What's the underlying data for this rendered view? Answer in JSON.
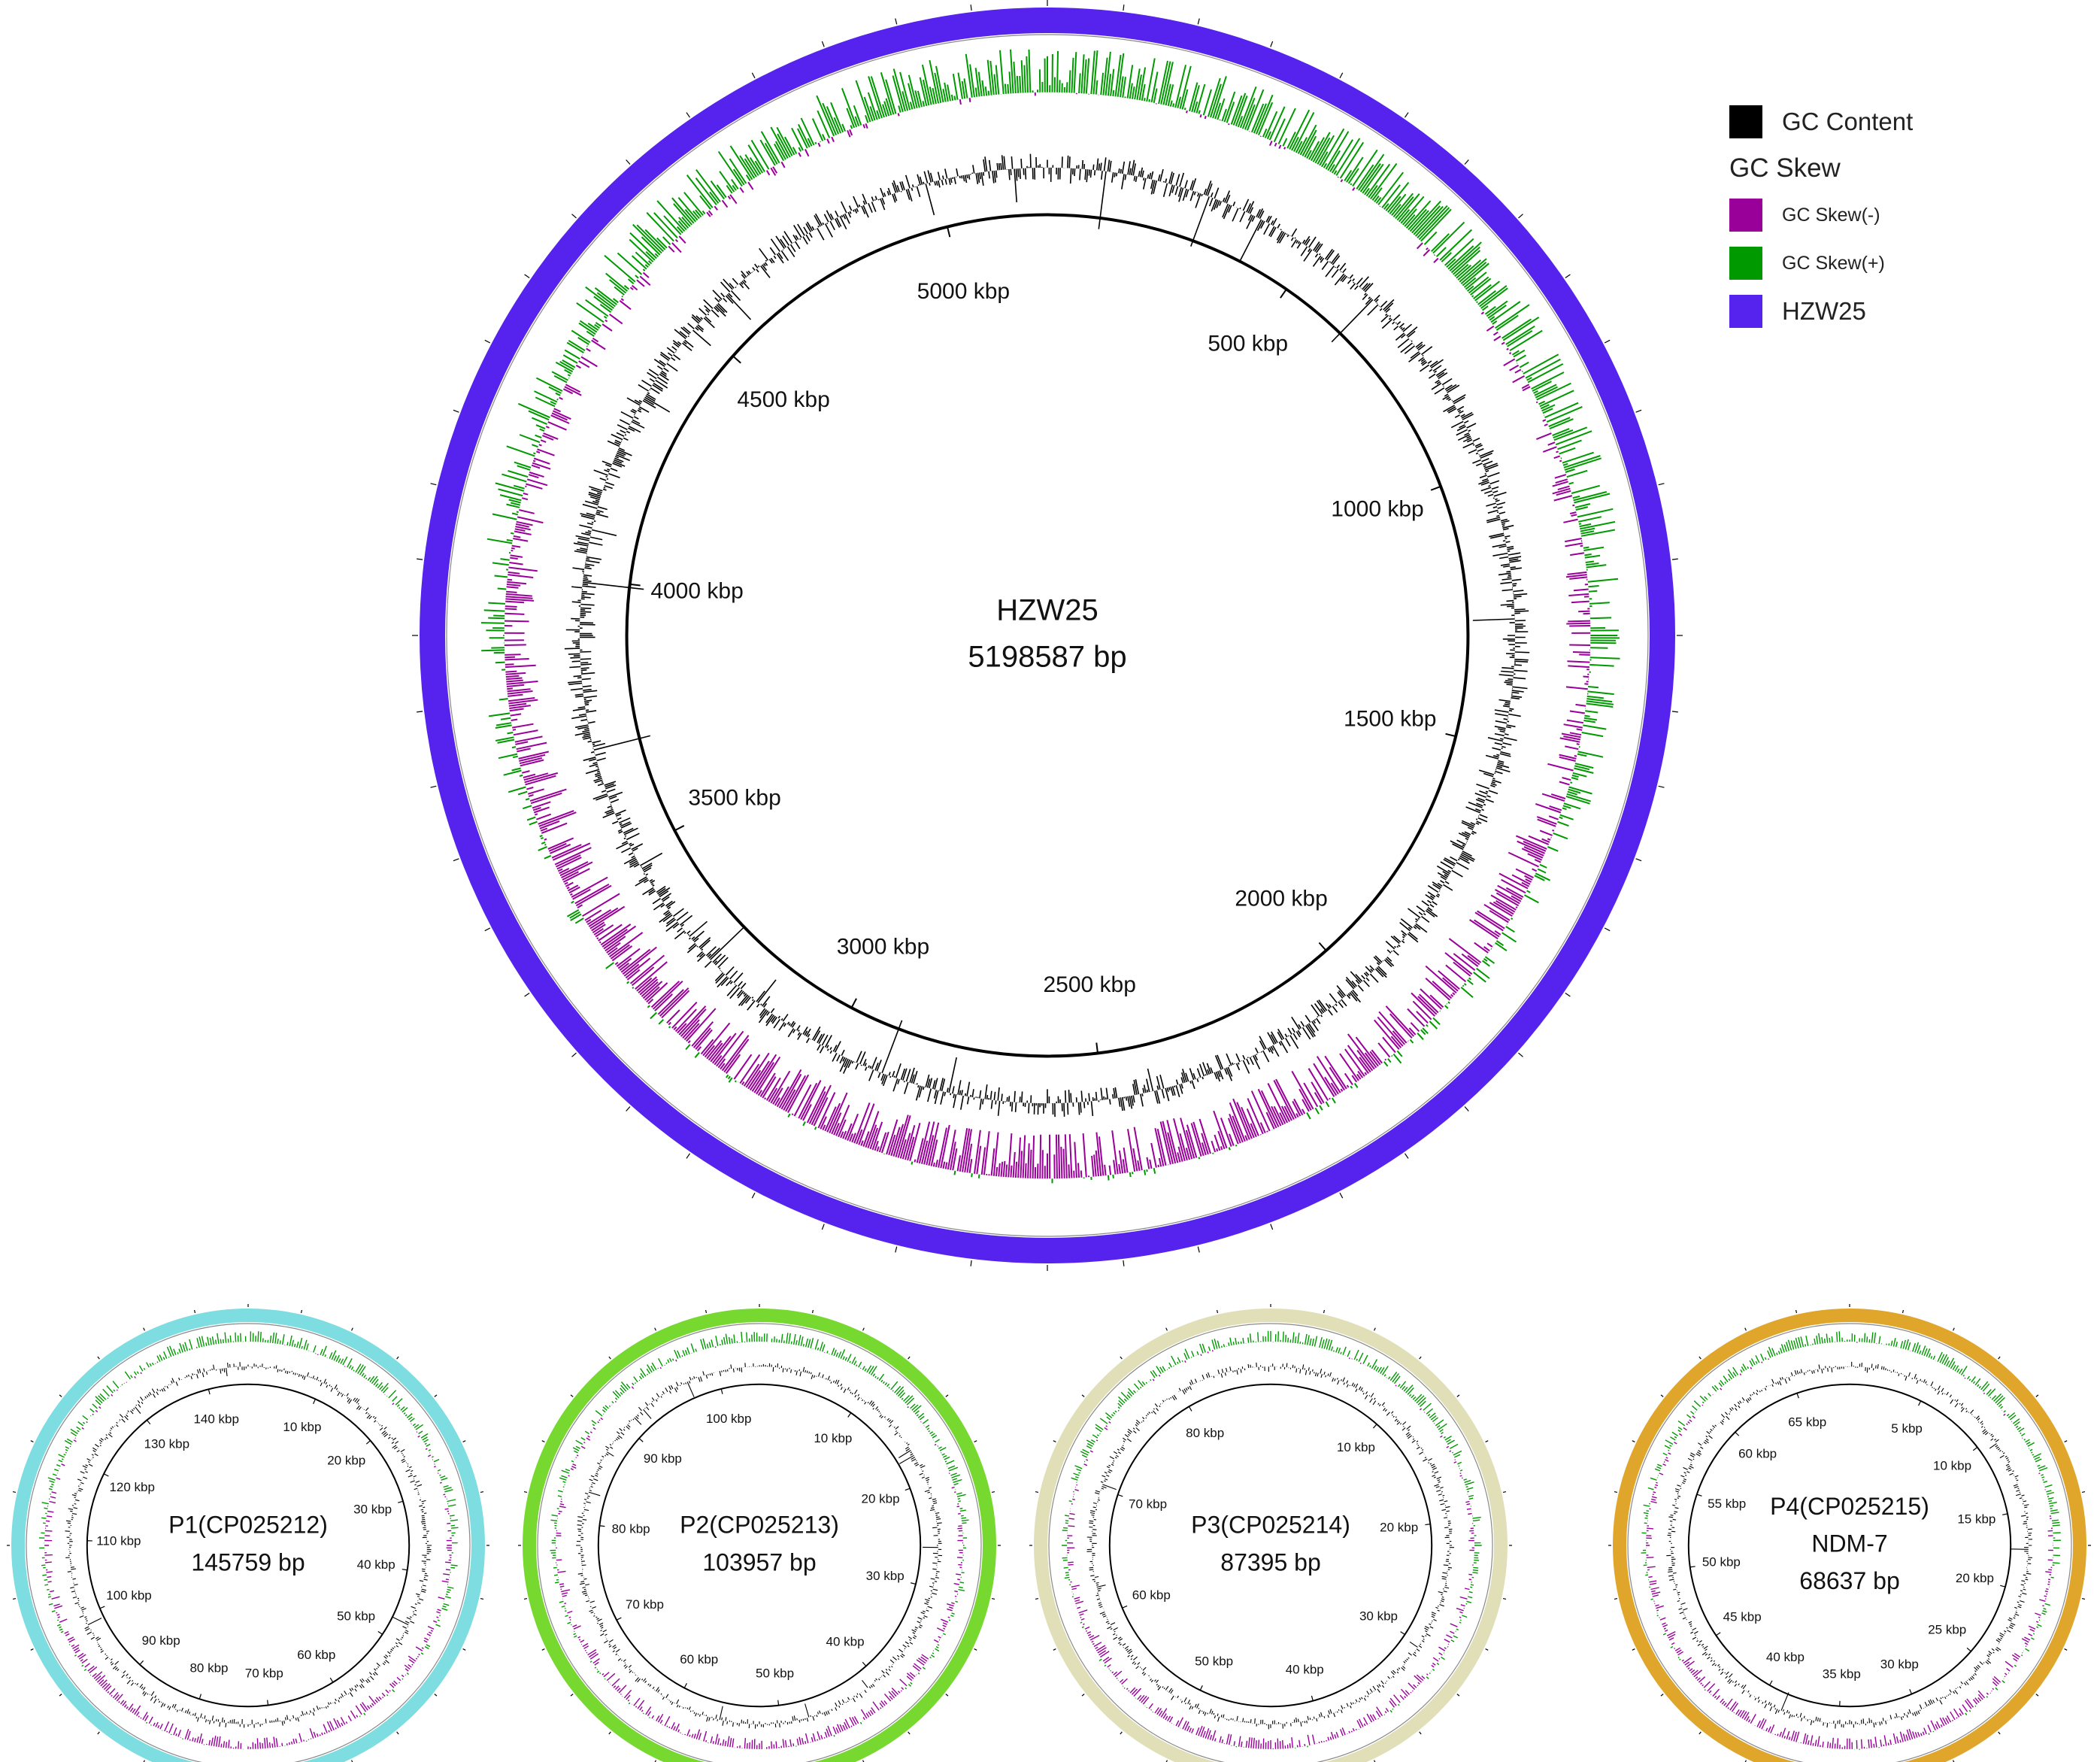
{
  "legend": {
    "gc_content": "GC Content",
    "gc_skew_header": "GC Skew",
    "gc_skew_neg": "GC Skew(-)",
    "gc_skew_pos": "GC Skew(+)",
    "chromosome": "HZW25",
    "colors": {
      "gc_content": "#000000",
      "gc_skew_neg": "#990099",
      "gc_skew_pos": "#009900",
      "chromosome": "#5522ee"
    }
  },
  "maps": [
    {
      "id": "chromosome",
      "title": "HZW25",
      "subtitle": "",
      "size_label": "5198587 bp",
      "length_bp": 5198587,
      "ring_color": "#5522ee",
      "tick_labels": [
        "500 kbp",
        "1000 kbp",
        "1500 kbp",
        "2000 kbp",
        "2500 kbp",
        "3000 kbp",
        "3500 kbp",
        "4000 kbp",
        "4500 kbp",
        "5000 kbp"
      ],
      "tick_values_kbp": [
        500,
        1000,
        1500,
        2000,
        2500,
        3000,
        3500,
        4000,
        4500,
        5000
      ]
    },
    {
      "id": "p1",
      "title": "P1(CP025212)",
      "subtitle": "",
      "size_label": "145759 bp",
      "length_bp": 145759,
      "ring_color": "#7ddde0",
      "tick_labels": [
        "10 kbp",
        "20 kbp",
        "30 kbp",
        "40 kbp",
        "50 kbp",
        "60 kbp",
        "70 kbp",
        "80 kbp",
        "90 kbp",
        "100 kbp",
        "110 kbp",
        "120 kbp",
        "130 kbp",
        "140 kbp"
      ],
      "tick_values_kbp": [
        10,
        20,
        30,
        40,
        50,
        60,
        70,
        80,
        90,
        100,
        110,
        120,
        130,
        140
      ]
    },
    {
      "id": "p2",
      "title": "P2(CP025213)",
      "subtitle": "",
      "size_label": "103957 bp",
      "length_bp": 103957,
      "ring_color": "#77d82f",
      "tick_labels": [
        "10 kbp",
        "20 kbp",
        "30 kbp",
        "40 kbp",
        "50 kbp",
        "60 kbp",
        "70 kbp",
        "80 kbp",
        "90 kbp",
        "100 kbp"
      ],
      "tick_values_kbp": [
        10,
        20,
        30,
        40,
        50,
        60,
        70,
        80,
        90,
        100
      ]
    },
    {
      "id": "p3",
      "title": "P3(CP025214)",
      "subtitle": "",
      "size_label": "87395 bp",
      "length_bp": 87395,
      "ring_color": "#e0dfb8",
      "tick_labels": [
        "10 kbp",
        "20 kbp",
        "30 kbp",
        "40 kbp",
        "50 kbp",
        "60 kbp",
        "70 kbp",
        "80 kbp"
      ],
      "tick_values_kbp": [
        10,
        20,
        30,
        40,
        50,
        60,
        70,
        80
      ]
    },
    {
      "id": "p4",
      "title": "P4(CP025215)",
      "subtitle": "NDM-7",
      "size_label": "68637 bp",
      "length_bp": 68637,
      "ring_color": "#e0a62c",
      "tick_labels": [
        "5 kbp",
        "10 kbp",
        "15 kbp",
        "20 kbp",
        "25 kbp",
        "30 kbp",
        "35 kbp",
        "40 kbp",
        "45 kbp",
        "50 kbp",
        "55 kbp",
        "60 kbp",
        "65 kbp"
      ],
      "tick_values_kbp": [
        5,
        10,
        15,
        20,
        25,
        30,
        35,
        40,
        45,
        50,
        55,
        60,
        65
      ]
    }
  ]
}
